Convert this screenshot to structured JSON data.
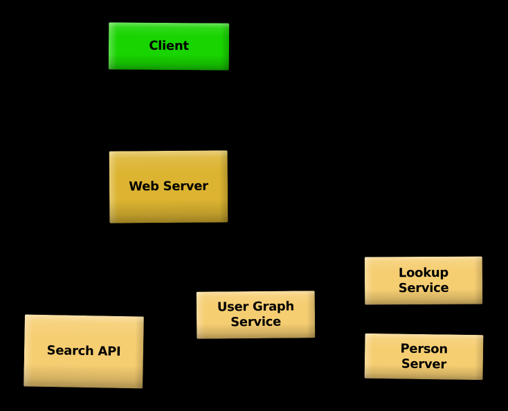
{
  "diagram": {
    "title": "service-architecture-diagram",
    "background_color": "#000000",
    "text_color": "#000000",
    "edges_visible": false,
    "nodes": [
      {
        "id": "client",
        "label": "Client",
        "fill": "#18D400"
      },
      {
        "id": "web-server",
        "label": "Web Server",
        "fill": "#DCB431"
      },
      {
        "id": "search-api",
        "label": "Search API",
        "fill": "#F6CE72"
      },
      {
        "id": "user-graph-service",
        "label": "User Graph\nService",
        "fill": "#F6CE72"
      },
      {
        "id": "lookup-service",
        "label": "Lookup\nService",
        "fill": "#F6CE72"
      },
      {
        "id": "person-server",
        "label": "Person\nServer",
        "fill": "#F6CE72"
      }
    ]
  }
}
